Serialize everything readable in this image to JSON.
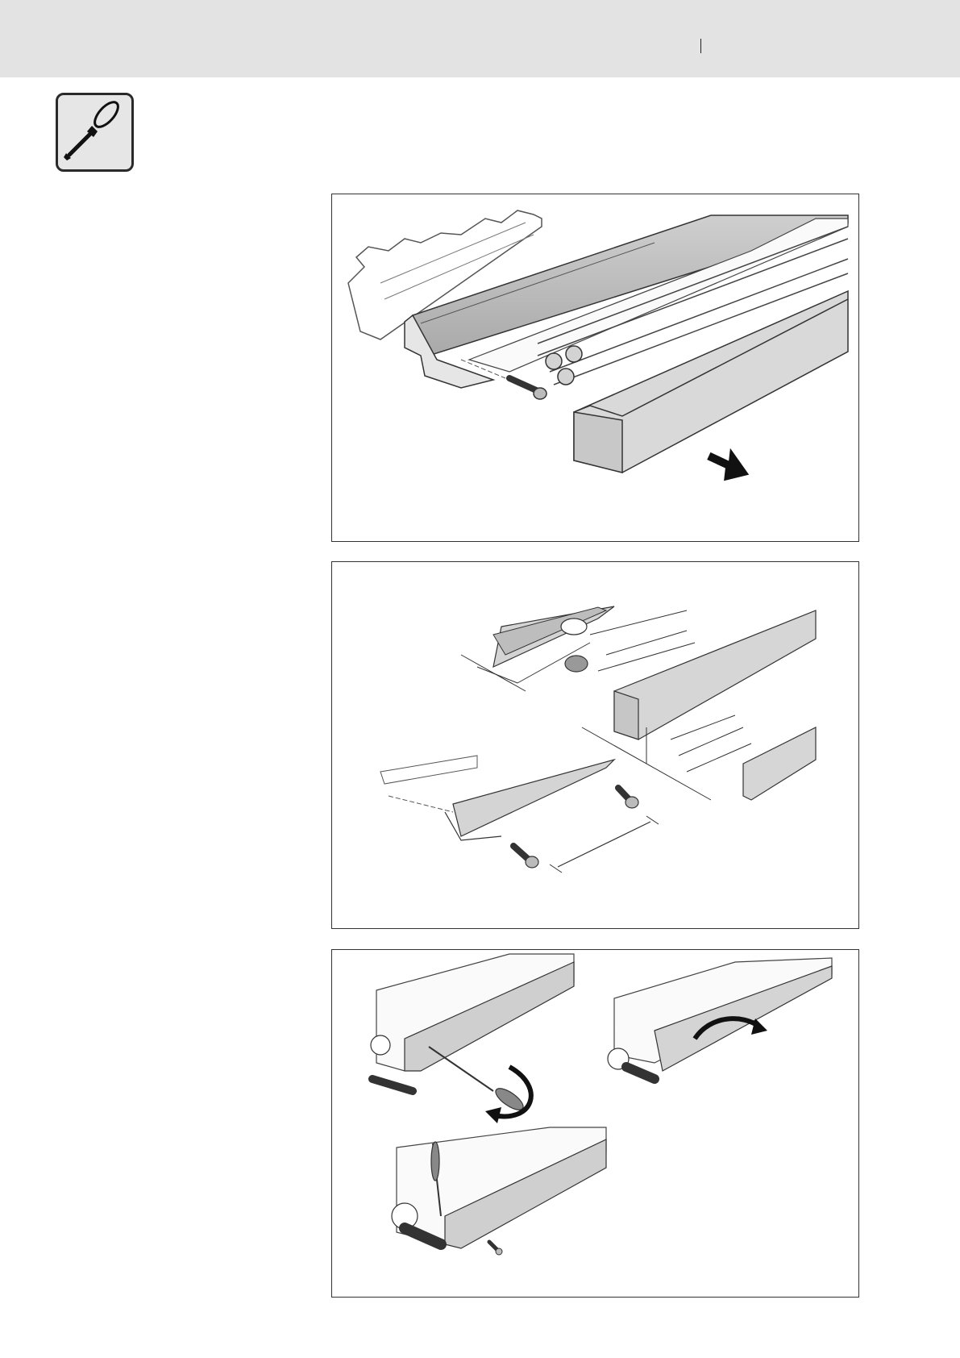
{
  "page": {
    "header": {
      "divider_glyph": "|"
    },
    "tool_badge": {
      "icon": "screwdriver-icon"
    },
    "figures": [
      {
        "id": "fig-1",
        "content": "cover-rail-assembly-illustration"
      },
      {
        "id": "fig-2",
        "content": "screw-mounting-dimension-illustration"
      },
      {
        "id": "fig-3",
        "content": "cover-strip-removal-illustration"
      }
    ]
  }
}
